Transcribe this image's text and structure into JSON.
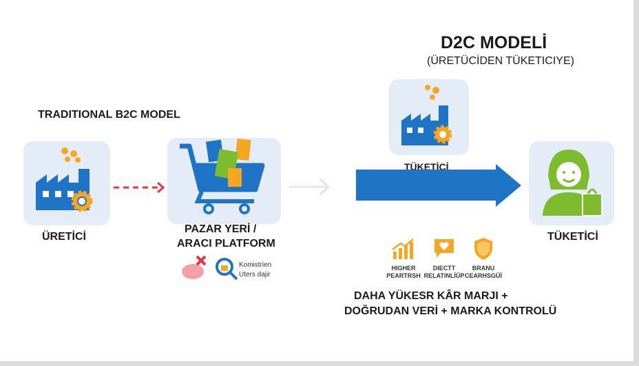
{
  "traditional": {
    "title": "TRADITIONAL B2C MODEL",
    "producer_label": "ÜRETİCİ",
    "marketplace_line1": "PAZAR YERİ /",
    "marketplace_line2": "ARACI PLATFORM",
    "note_line1": "Komistrien",
    "note_line2": "Uters dajir"
  },
  "d2c": {
    "title": "D2C MODELİ",
    "subtitle": "(ÜRETÜCİDEN TÜKETICIYE)",
    "factory_label": "TÜKETİCİ",
    "consumer_label": "TÜKETİCİ",
    "benefits": [
      {
        "icon": "growth-chart-icon",
        "line1": "HIGHER",
        "line2": "PEARTRSH"
      },
      {
        "icon": "heart-chat-icon",
        "line1": "DIECTT",
        "line2": "RELATINLİÜP"
      },
      {
        "icon": "shield-icon",
        "line1": "BRANU",
        "line2": "CEARHSGÜİ"
      }
    ],
    "summary_line1": "DAHA YÜKESR KÂR MARJI +",
    "summary_line2": "DOĞRUDAN VERİ + MARKA KONTROLÜ"
  },
  "colors": {
    "blue": "#1f74c6",
    "orange": "#f5a623",
    "green": "#7cbc2e",
    "red": "#e8323c",
    "box": "#e4edf7"
  }
}
